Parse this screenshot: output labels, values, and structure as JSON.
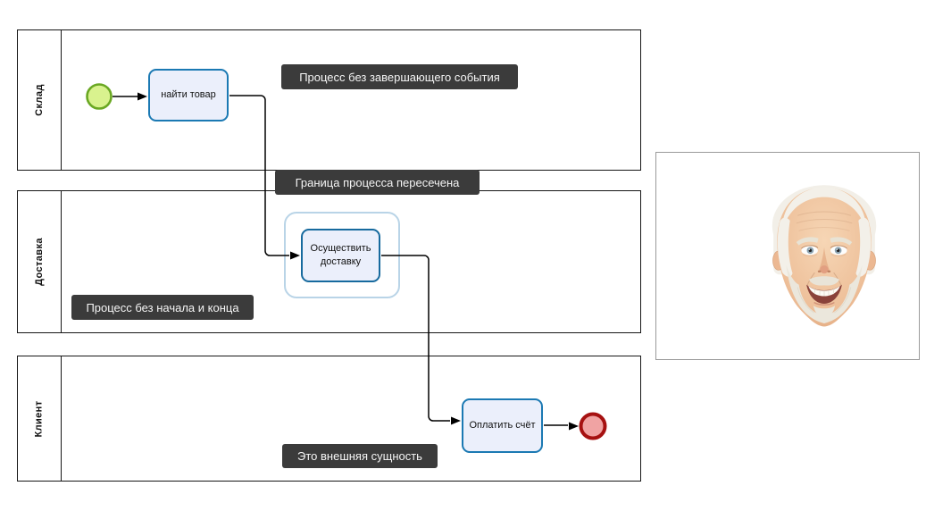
{
  "lanes": [
    {
      "label": "Склад"
    },
    {
      "label": "Доставка"
    },
    {
      "label": "Клиент"
    }
  ],
  "nodes": {
    "find_goods": {
      "label": "найти товар"
    },
    "deliver": {
      "label": "Осуществить доставку"
    },
    "pay_bill": {
      "label": "Оплатить счёт"
    }
  },
  "annotations": {
    "no_end_event": "Процесс без завершающего события",
    "boundary_crossed": "Граница процесса пересечена",
    "no_start_no_end": "Процесс без начала и конца",
    "external_entity": "Это внешняя сущность"
  },
  "colors": {
    "task_border": "#1b79b3",
    "task_fill": "#ebeffb",
    "subprocess_border": "#b9d4e7",
    "start_event_fill": "#d9f28e",
    "start_event_border": "#6aa823",
    "end_event_fill": "#f0a3a3",
    "end_event_border": "#a61111",
    "annotation_bg": "#3b3b3b",
    "annotation_text": "#f5f5f5",
    "lane_border": "#161616",
    "connector": "#000000",
    "meme_panel_border": "#9b9b9b"
  }
}
